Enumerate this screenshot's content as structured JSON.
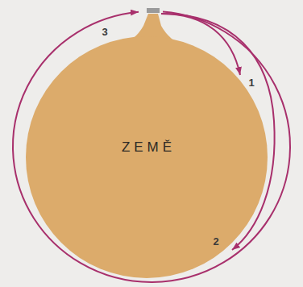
{
  "diagram": {
    "nodes": [
      {
        "text": [
          "ZEMĚ"
        ]
      }
    ],
    "labels": [
      "1",
      "2",
      "3"
    ]
  }
}
